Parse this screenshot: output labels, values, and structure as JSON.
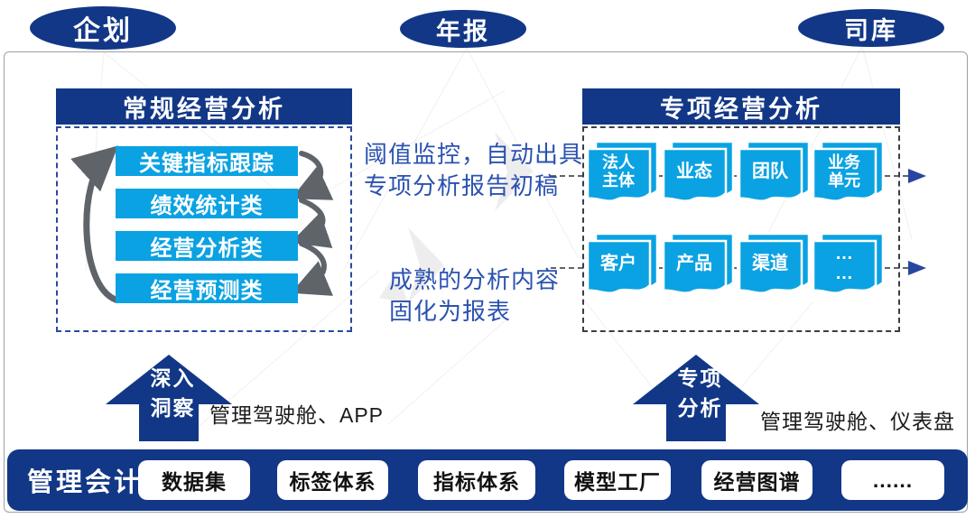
{
  "colors": {
    "navy": "#123787",
    "cyan": "#0aa2e2",
    "note_blue": "#2b52b0"
  },
  "top_tags": [
    {
      "label": "企划"
    },
    {
      "label": "年报"
    },
    {
      "label": "司库"
    }
  ],
  "left_panel": {
    "title": "常规经营分析",
    "items": [
      "关键指标跟踪",
      "绩效统计类",
      "经营分析类",
      "经营预测类"
    ]
  },
  "right_panel": {
    "title": "专项经营分析",
    "docs_row1": [
      [
        "法人",
        "主体"
      ],
      [
        "业态"
      ],
      [
        "团队"
      ],
      [
        "业务",
        "单元"
      ]
    ],
    "docs_row2": [
      [
        "客户"
      ],
      [
        "产品"
      ],
      [
        "渠道"
      ],
      [
        "…",
        "…"
      ]
    ]
  },
  "middle_notes": {
    "note1_line1": "阈值监控，自动出具",
    "note1_line2": "专项分析报告初稿",
    "note2_line1": "成熟的分析内容",
    "note2_line2": "固化为报表"
  },
  "bottom_arrows": {
    "left": {
      "line1": "深入",
      "line2": "洞察",
      "caption": "管理驾驶舱、APP"
    },
    "right": {
      "line1": "专项",
      "line2": "分析",
      "caption": "管理驾驶舱、仪表盘"
    }
  },
  "bottom_bar": {
    "title": "管理会计",
    "modules": [
      "数据集",
      "标签体系",
      "指标体系",
      "模型工厂",
      "经营图谱",
      "......"
    ]
  }
}
